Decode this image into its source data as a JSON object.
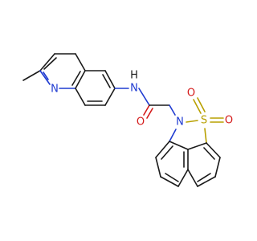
{
  "molecule": {
    "atoms": {
      "quinoline_n": "N",
      "amide_n": "N",
      "amide_h": "H",
      "carbonyl_o": "O",
      "sultam_n": "N",
      "sulfur": "S",
      "sulfonyl_o1": "O",
      "sulfonyl_o2": "O"
    }
  },
  "colors": {
    "carbon": "#1a1a1a",
    "nitrogen": "#1f3bd1",
    "oxygen": "#d41a1a",
    "sulfur": "#b8a000"
  }
}
